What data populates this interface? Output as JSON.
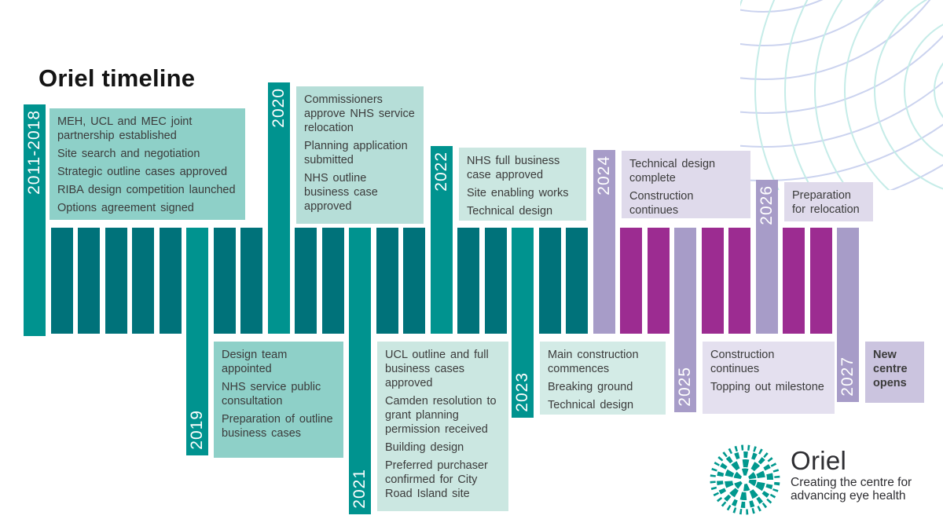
{
  "title": "Oriel timeline",
  "palette": {
    "teal_column": "#00938F",
    "teal_dark_bar": "#00727A",
    "magenta_bar": "#9C2C91",
    "lavender_column": "#A79CC8",
    "box_mint_dark": "#8ED0C8",
    "box_mint_mid": "#B6DED8",
    "box_mint_pale": "#CBE7E1",
    "box_lavender_pale": "#DFDAEB",
    "box_lavender_mid": "#CBC4DF",
    "body_text": "#3B3B3B"
  },
  "milestones": [
    {
      "year": "2011-2018",
      "items": [
        "MEH, UCL and MEC joint partnership established",
        "Site search and negotiation",
        "Strategic outline cases approved",
        "RIBA design competition launched",
        "Options agreement signed"
      ]
    },
    {
      "year": "2019",
      "items": [
        "Design team appointed",
        "NHS service public consultation",
        "Preparation of outline business cases"
      ]
    },
    {
      "year": "2020",
      "items": [
        "Commissioners approve NHS service relocation",
        "Planning application submitted",
        "NHS outline business case approved"
      ]
    },
    {
      "year": "2021",
      "items": [
        "UCL outline and full business cases approved",
        "Camden resolution to grant planning permission received",
        "Building design",
        "Preferred purchaser confirmed for City Road Island site"
      ]
    },
    {
      "year": "2022",
      "items": [
        "NHS full business case approved",
        "Site enabling works",
        "Technical design"
      ]
    },
    {
      "year": "2023",
      "items": [
        "Main construction commences",
        "Breaking ground",
        "Technical design"
      ]
    },
    {
      "year": "2024",
      "items": [
        "Technical design complete",
        "Construction continues"
      ]
    },
    {
      "year": "2025",
      "items": [
        "Construction continues",
        "Topping out milestone"
      ]
    },
    {
      "year": "2026",
      "items": [
        "Preparation for relocation"
      ]
    },
    {
      "year": "2027",
      "items": [
        "New centre opens"
      ]
    }
  ],
  "logo": {
    "brand": "Oriel",
    "tagline_line1": "Creating the centre for",
    "tagline_line2": "advancing eye health"
  }
}
